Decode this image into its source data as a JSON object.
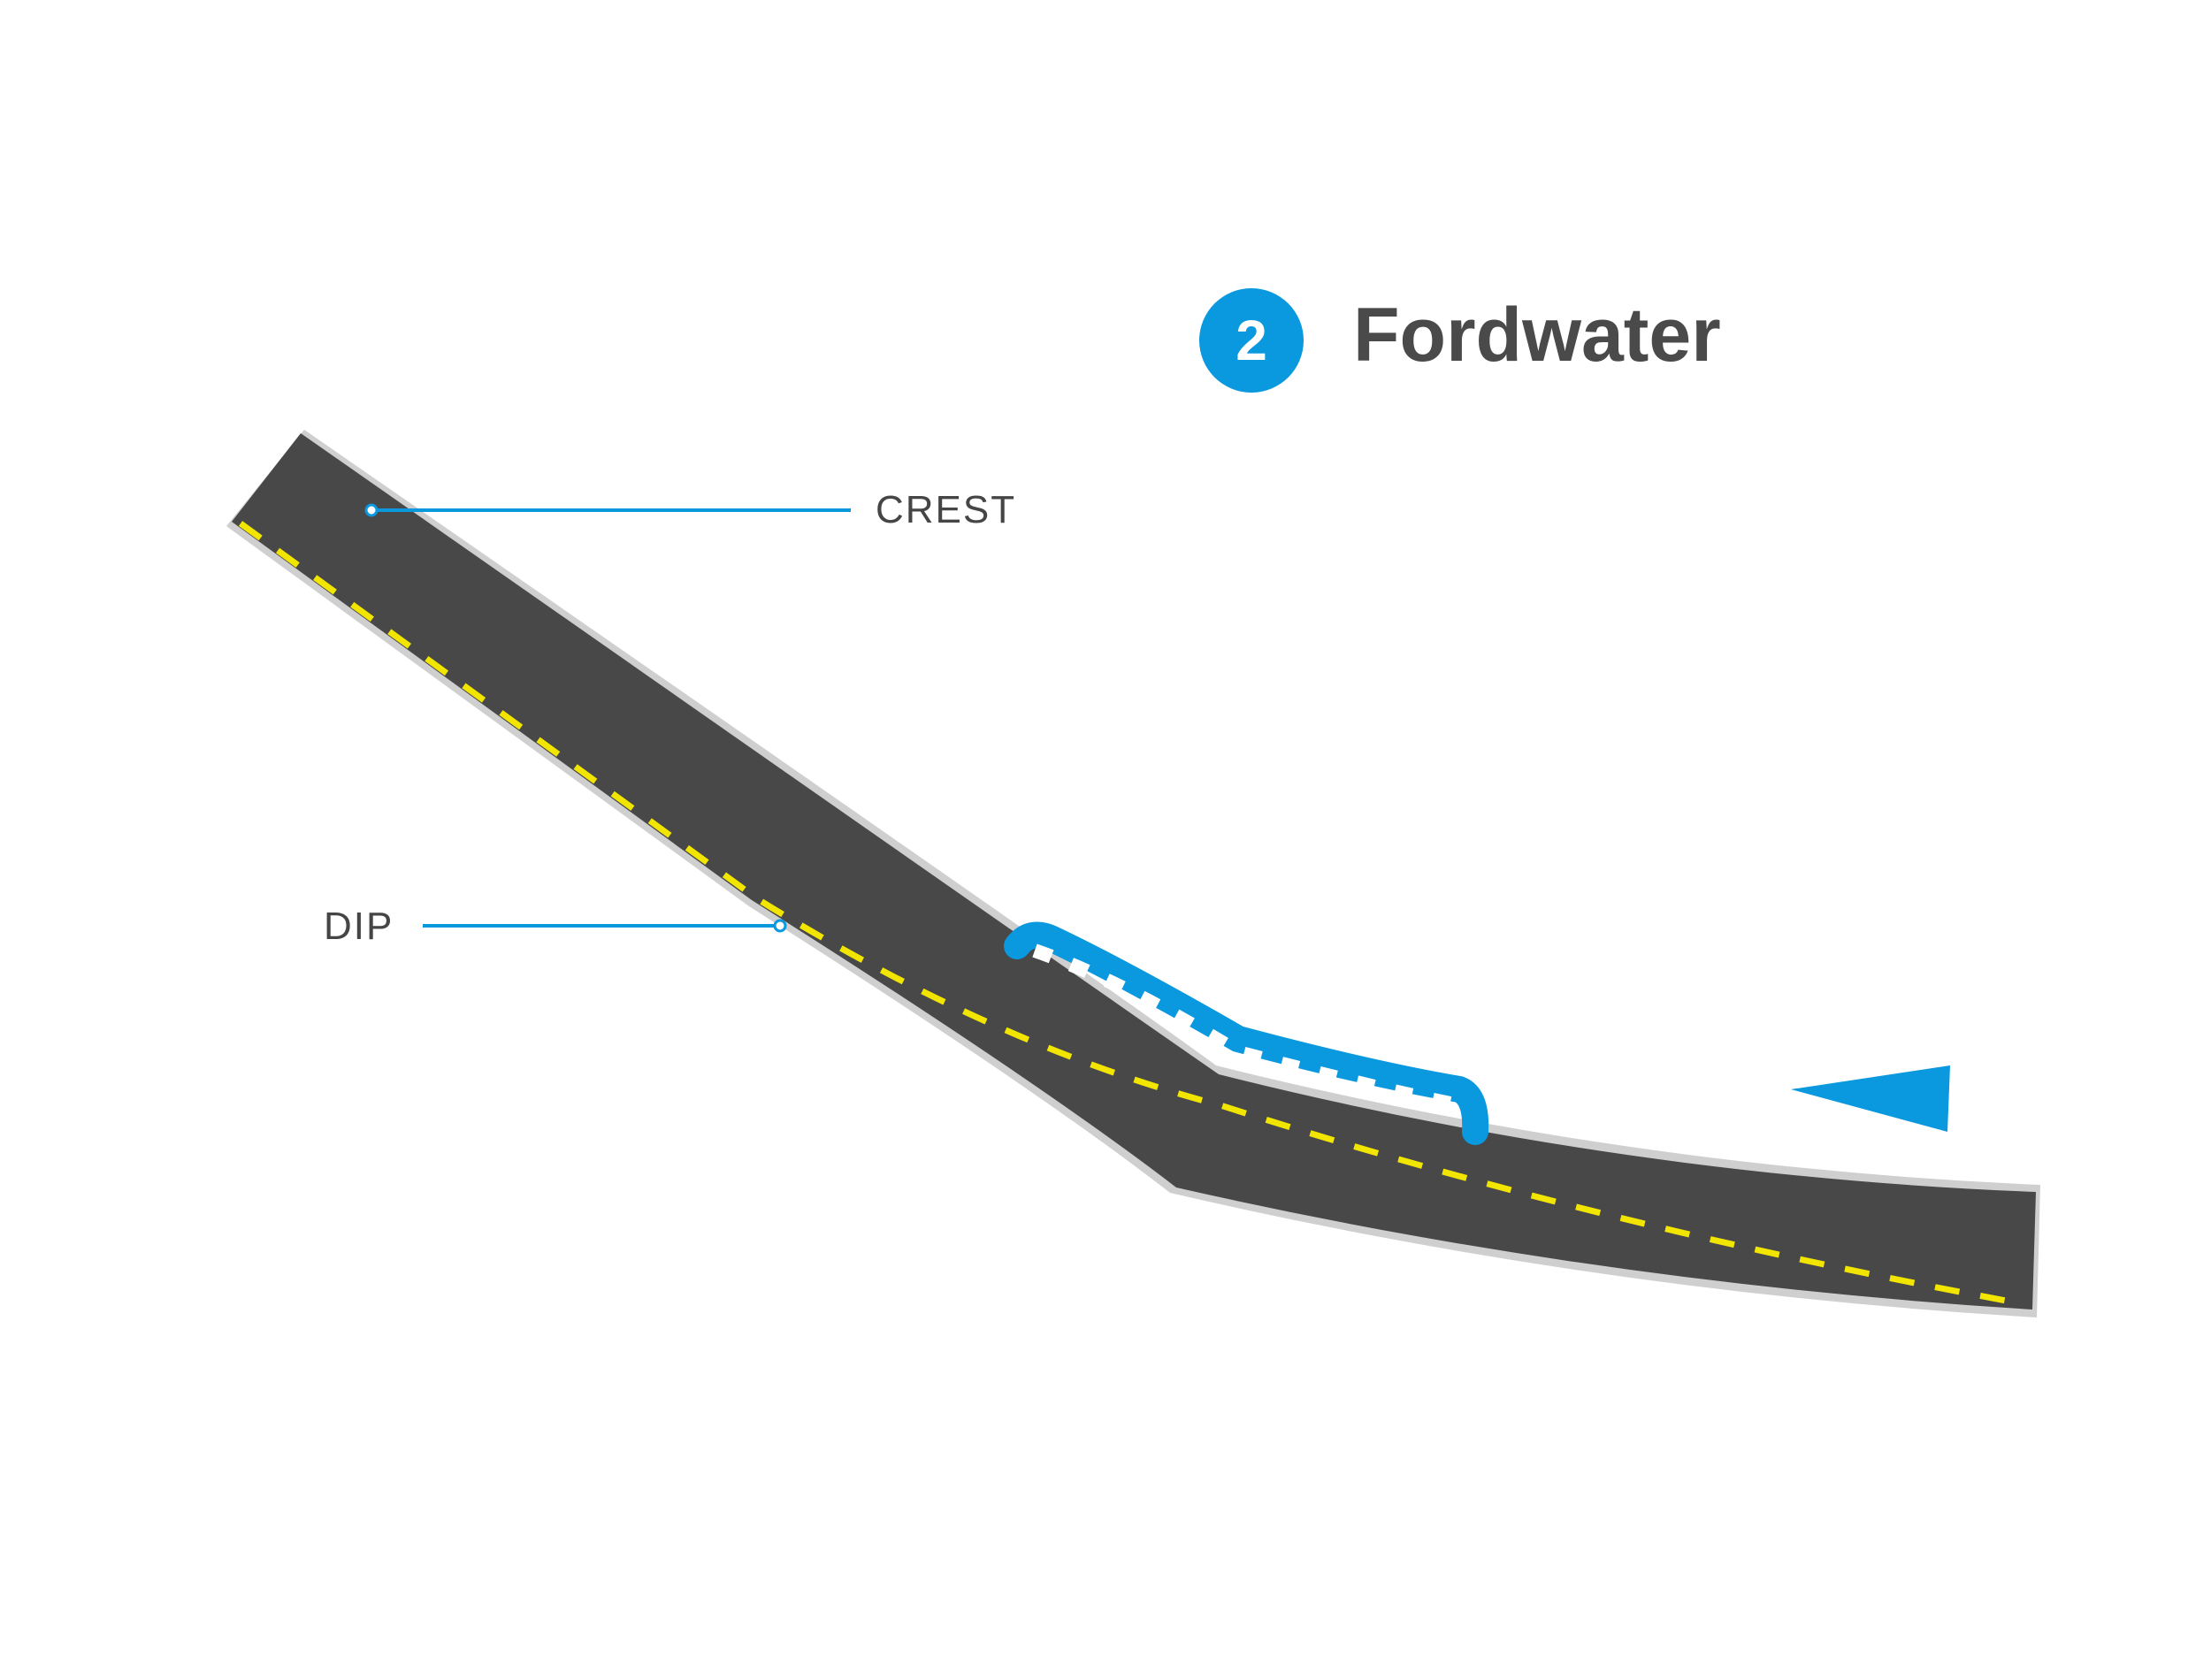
{
  "title": {
    "number": "2",
    "name": "Fordwater"
  },
  "labels": {
    "crest": "CREST",
    "dip": "DIP"
  },
  "icons": {
    "direction": "left-pointing-triangle-arrow"
  },
  "colors": {
    "road": "#484848",
    "road_edge": "#cfcfcf",
    "center_line": "#f2e600",
    "accent": "#0a98de",
    "text": "#4a4a4a"
  }
}
